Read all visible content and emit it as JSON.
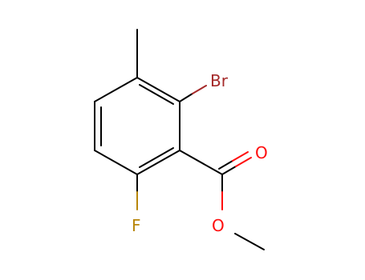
{
  "molecule": {
    "atoms": {
      "br": {
        "symbol": "Br",
        "color": "#a52a2a"
      },
      "o_carbonyl": {
        "symbol": "O",
        "color": "#ff0d0d"
      },
      "o_ester": {
        "symbol": "O",
        "color": "#ff0d0d"
      },
      "f": {
        "symbol": "F",
        "color": "#b8860b"
      }
    },
    "colors": {
      "bond": "#000000",
      "background": "#ffffff"
    }
  }
}
